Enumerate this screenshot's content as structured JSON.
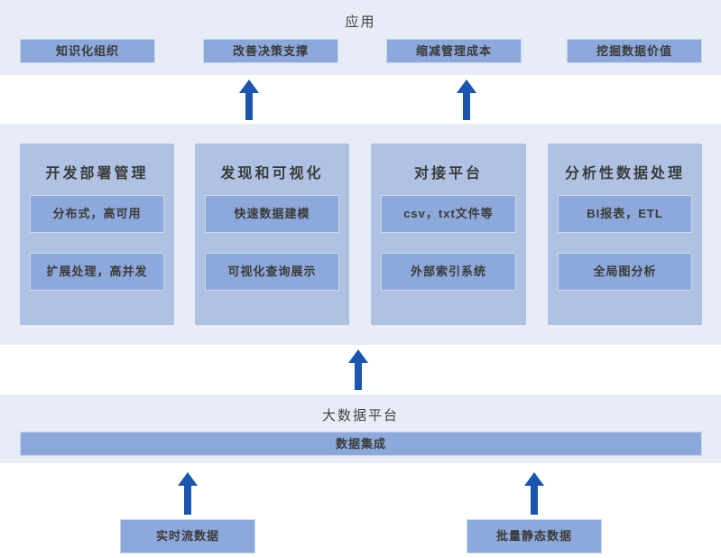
{
  "app_layer": {
    "title": "应用",
    "boxes": [
      "知识化组织",
      "改善决策支撑",
      "缩减管理成本",
      "挖掘数据价值"
    ]
  },
  "capability_layer": {
    "columns": [
      {
        "title": "开发部署管理",
        "items": [
          "分布式，高可用",
          "扩展处理，高并发"
        ]
      },
      {
        "title": "发现和可视化",
        "items": [
          "快速数据建模",
          "可视化查询展示"
        ]
      },
      {
        "title": "对接平台",
        "items": [
          "csv，txt文件等",
          "外部索引系统"
        ]
      },
      {
        "title": "分析性数据处理",
        "items": [
          "BI报表，ETL",
          "全局图分析"
        ]
      }
    ]
  },
  "platform_layer": {
    "title": "大数据平台",
    "bar": "数据集成"
  },
  "data_sources": [
    "实时流数据",
    "批量静态数据"
  ],
  "colors": {
    "band": "#e7ecf6",
    "column": "#b0c2e4",
    "box": "#8da8da",
    "arrow": "#1b55ad",
    "text": "#3f3f3f"
  }
}
